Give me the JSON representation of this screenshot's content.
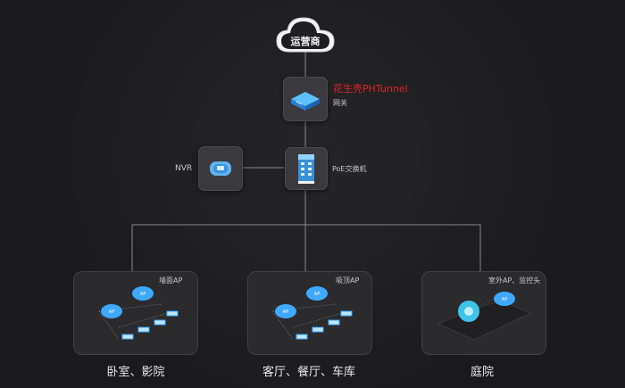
{
  "nodes": {
    "isp": "运营商",
    "brand": "花生壳PHTunnel",
    "gateway": "网关",
    "nvr": "NVR",
    "poe_switch": "PoE交换机"
  },
  "rooms": [
    {
      "ap_label": "墙面AP",
      "title": "卧室、影院"
    },
    {
      "ap_label": "吸顶AP",
      "title": "客厅、餐厅、车库"
    },
    {
      "ap_label": "室外AP、监控头",
      "title": "庭院"
    }
  ],
  "icons": {
    "cloud": "cloud-icon",
    "gateway": "gateway-router-icon",
    "nvr": "nvr-recorder-icon",
    "switch": "poe-switch-icon",
    "ap": "access-point-icon",
    "camera": "camera-icon"
  },
  "colors": {
    "background": "#1c1c1e",
    "line": "#8a8a90",
    "accent": "#3fa9ff",
    "brand": "#e0242a"
  }
}
